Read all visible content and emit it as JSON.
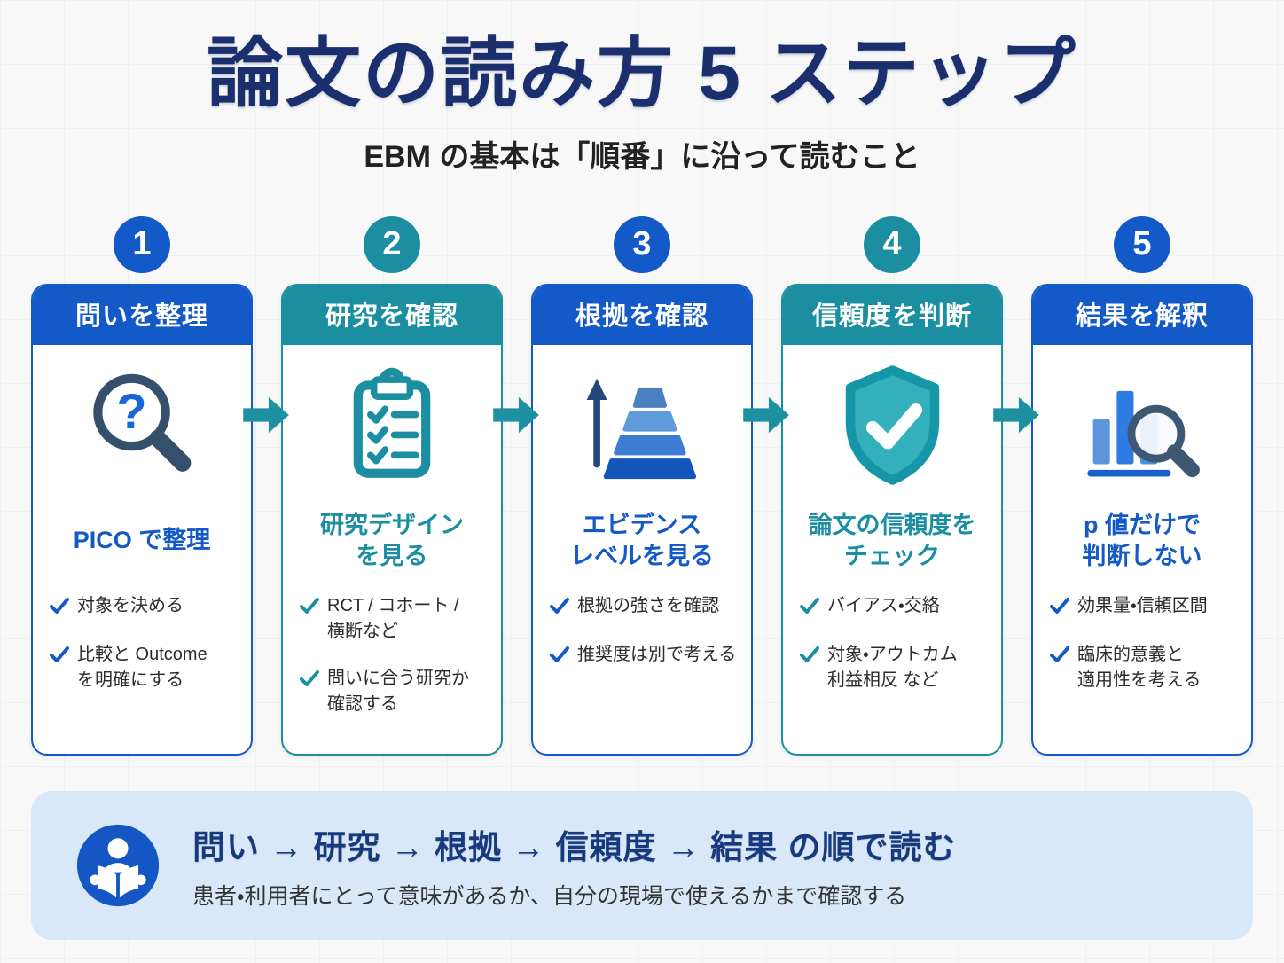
{
  "page": {
    "title": "論文の読み方 5 ステップ",
    "subtitle": "EBM の基本は「順番」に沿って読むこと"
  },
  "colors": {
    "blue": "#1459c8",
    "teal": "#1b8fa1",
    "title_navy": "#1b2e6d",
    "banner_bg": "#d9e8f8",
    "banner_text": "#17397e"
  },
  "steps": [
    {
      "number": "1",
      "theme": "blue",
      "header": "問いを整理",
      "icon": "question-magnifier-icon",
      "label": "PICO で整理",
      "bullets": [
        "対象を決める",
        "比較と Outcome\nを明確にする"
      ]
    },
    {
      "number": "2",
      "theme": "teal",
      "header": "研究を確認",
      "icon": "clipboard-checklist-icon",
      "label": "研究デザイン\nを見る",
      "bullets": [
        "RCT / コホート /\n横断など",
        "問いに合う研究か\n確認する"
      ]
    },
    {
      "number": "3",
      "theme": "blue",
      "header": "根拠を確認",
      "icon": "evidence-pyramid-icon",
      "label": "エビデンス\nレベルを見る",
      "bullets": [
        "根拠の強さを確認",
        "推奨度は別で考える"
      ]
    },
    {
      "number": "4",
      "theme": "teal",
      "header": "信頼度を判断",
      "icon": "shield-check-icon",
      "label": "論文の信頼度を\nチェック",
      "bullets": [
        "バイアス・交絡",
        "対象・アウトカム\n利益相反 など"
      ]
    },
    {
      "number": "5",
      "theme": "blue",
      "header": "結果を解釈",
      "icon": "chart-magnifier-icon",
      "label": "p 値だけで\n判断しない",
      "bullets": [
        "効果量・信頼区間",
        "臨床的意義と\n適用性を考える"
      ]
    }
  ],
  "footer": {
    "icon": "reading-person-icon",
    "flow": "問い → 研究 → 根拠 → 信頼度 → 結果  の順で読む",
    "note": "患者・利用者にとって意味があるか、自分の現場で使えるかまで確認する"
  }
}
